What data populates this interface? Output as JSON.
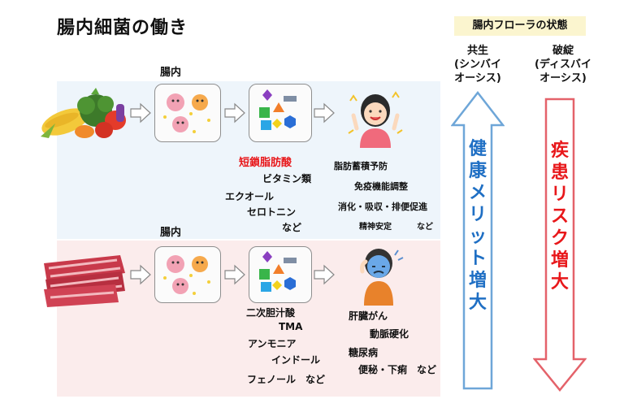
{
  "title": "腸内細菌の働き",
  "top": {
    "gut_label": "腸内",
    "metabolites": {
      "highlight": "短鎖脂肪酸",
      "line1": "ビタミン類",
      "line2": "エクオール",
      "line3": "セロトニン",
      "line4": "など"
    },
    "effects": {
      "line1": "脂肪蓄積予防",
      "line2": "免疫機能調整",
      "line3": "消化・吸収・排便促進",
      "line4a": "精神安定",
      "line4b": "など"
    }
  },
  "bottom": {
    "gut_label": "腸内",
    "metabolites": {
      "line1": "二次胆汁酸",
      "line2": "TMA",
      "line3": "アンモニア",
      "line4": "インドール",
      "line5": "フェノール　など"
    },
    "effects": {
      "line1": "肝臓がん",
      "line2": "動脈硬化",
      "line3": "糖尿病",
      "line4": "便秘・下痢　など"
    }
  },
  "flora": {
    "title": "腸内フローラの状態",
    "symbiosis": {
      "name": "共生",
      "reading": "(シンバイ",
      "reading2": "オーシス)"
    },
    "dysbiosis": {
      "name": "破綻",
      "reading": "(ディスバイ",
      "reading2": "オーシス)"
    },
    "benefit_label": "健康メリット増大",
    "risk_label": "疾患リスク増大"
  },
  "colors": {
    "benefit_arrow": "#6ea6d8",
    "benefit_text": "#1f6fc4",
    "risk_arrow": "#e4626a",
    "risk_text": "#e8171a"
  },
  "icons": {
    "vegetables": "vegetables-illustration",
    "meat": "meat-illustration",
    "bacteria": "bacteria-illustration",
    "shapes": "metabolite-shapes",
    "happy_person": "happy-person-illustration",
    "sick_person": "sick-person-illustration"
  }
}
